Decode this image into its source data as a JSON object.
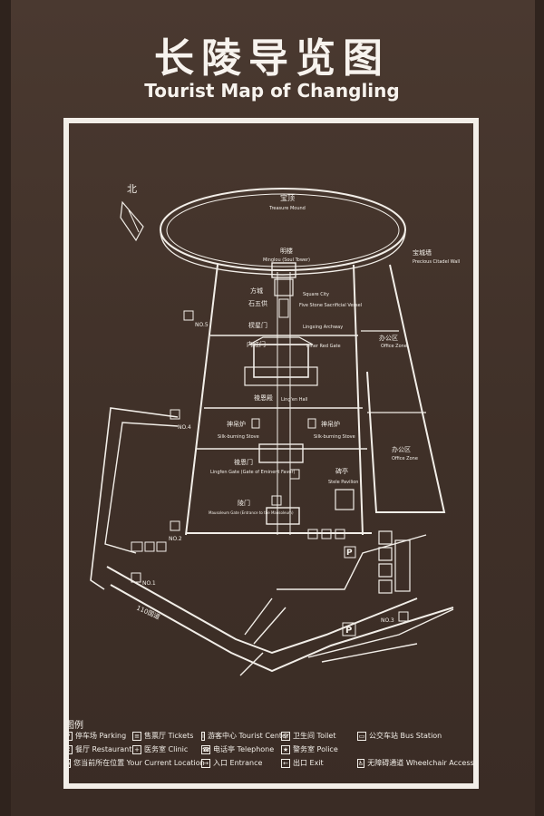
{
  "header": {
    "title_cn": "长陵导览图",
    "title_en": "Tourist Map of Changling"
  },
  "map": {
    "north_label": "北",
    "labels": {
      "treasure_mound_cn": "宝顶",
      "treasure_mound_en": "Treasure Mound",
      "minglou_cn": "明楼",
      "minglou_en": "Minglou (Soul Tower)",
      "citadel_wall_cn": "宝城墙",
      "citadel_wall_en": "Precious Citadel Wall",
      "square_city_cn": "方城",
      "square_city_en": "Square City",
      "five_stone_cn": "石五供",
      "five_stone_en": "Five Stone Sacrificial Vessel",
      "lingxing_cn": "棂星门",
      "lingxing_en": "Lingxing Archway",
      "inner_gate_cn": "内红门",
      "inner_gate_en": "Inner Red Gate",
      "office_zone1_cn": "办公区",
      "office_zone1_en": "Office Zone",
      "lingen_hall_cn": "祾恩殿",
      "lingen_hall_en": "Ling'en Hall",
      "stove_left_cn": "神帛炉",
      "stove_left_en": "Silk-burning Stove",
      "stove_right_cn": "神帛炉",
      "stove_right_en": "Silk-burning Stove",
      "office_zone2_cn": "办公区",
      "office_zone2_en": "Office Zone",
      "lingen_gate_cn": "祾恩门",
      "lingen_gate_en": "Lingfen Gate (Gate of Eminent Favor)",
      "stele_cn": "碑亭",
      "stele_en": "Stele Pavilion",
      "mausoleum_gate_cn": "陵门",
      "mausoleum_gate_en": "Mausoleum Gate (Entrance to the Mausoleum)",
      "road": "110国道",
      "no1": "NO.1",
      "no2": "NO.2",
      "no3": "NO.3",
      "no4": "NO.4",
      "no5": "NO.5",
      "p1": "P",
      "p2": "P"
    }
  },
  "legend": {
    "title": "图例",
    "items": [
      {
        "icon": "parking-icon",
        "glyph": "P",
        "label": "停车场 Parking"
      },
      {
        "icon": "ticket-icon",
        "glyph": "≡",
        "label": "售票厅 Tickets"
      },
      {
        "icon": "tourist-center-icon",
        "glyph": "i",
        "label": "游客中心 Tourist Center"
      },
      {
        "icon": "toilet-icon",
        "glyph": "♀",
        "label": "卫生间 Toilet"
      },
      {
        "icon": "bus-station-icon",
        "glyph": "▭",
        "label": "公交车站 Bus Station"
      },
      {
        "icon": "restaurant-icon",
        "glyph": "✕",
        "label": "餐厅 Restaurant"
      },
      {
        "icon": "clinic-icon",
        "glyph": "+",
        "label": "医务室 Clinic"
      },
      {
        "icon": "telephone-icon",
        "glyph": "☎",
        "label": "电话亭 Telephone"
      },
      {
        "icon": "police-icon",
        "glyph": "★",
        "label": "警务室 Police"
      },
      {
        "icon": "current-location-icon",
        "glyph": "●",
        "label": "您当前所在位置 Your Current Location"
      },
      {
        "icon": "entrance-icon",
        "glyph": "→",
        "label": "入口 Entrance"
      },
      {
        "icon": "exit-icon",
        "glyph": "←",
        "label": "出口 Exit"
      },
      {
        "icon": "wheelchair-icon",
        "glyph": "♿",
        "label": "无障碍通道 Wheelchair Access"
      }
    ]
  }
}
